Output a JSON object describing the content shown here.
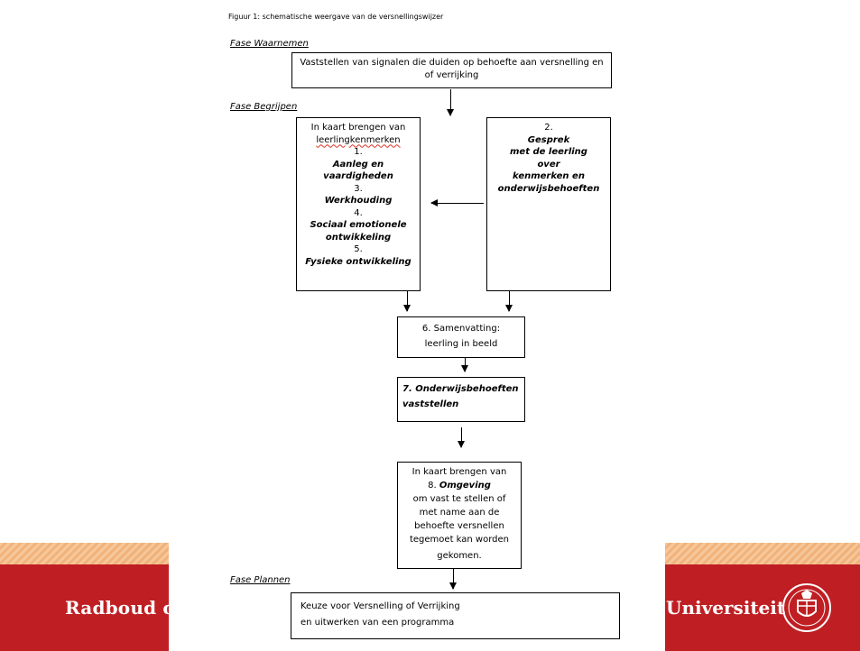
{
  "figure_caption": "Figuur 1: schematische weergave van de versnellingswijzer",
  "phases": {
    "waarnemen": "Fase Waarnemen",
    "begrijpen": "Fase Begrijpen",
    "plannen": "Fase Plannen"
  },
  "box_signals": {
    "line1": "Vaststellen van signalen die duiden op behoefte aan versnelling en",
    "line2": "of verrijking"
  },
  "box_kenmerken": {
    "l1": "In kaart brengen van",
    "l2": "leerlingkenmerken",
    "l3": "1.",
    "l4": "Aanleg en",
    "l5": "vaardigheden",
    "l6": "3.",
    "l7": "Werkhouding",
    "l8": "4.",
    "l9": "Sociaal emotionele",
    "l10": "ontwikkeling",
    "l11": "5.",
    "l12": "Fysieke ontwikkeling"
  },
  "box_gesprek": {
    "l1": "2.",
    "l2": "Gesprek",
    "l3": "met de leerling",
    "l4": "over",
    "l5": "kenmerken en",
    "l6": "onderwijsbehoeften"
  },
  "box_samenvatting": {
    "l1": "6. Samenvatting:",
    "l2": "leerling in beeld"
  },
  "box_onderwijs": {
    "l1": "7. Onderwijsbehoeften",
    "l2": "vaststellen"
  },
  "box_omgeving": {
    "l1": "In kaart brengen van",
    "l2a": "8. ",
    "l2b": "Omgeving",
    "l3": "om vast te stellen of",
    "l4": "met name aan de",
    "l5": "behoefte versnellen",
    "l6": "tegemoet kan worden",
    "l7": "gekomen."
  },
  "box_keuze": {
    "l1": "Keuze voor Versnelling of Verrijking",
    "l2": "en uitwerken van een programma"
  },
  "branding": {
    "left": "Radboud c",
    "right": "Universiteit"
  },
  "colors": {
    "brand_red": "#bf1f23",
    "brand_orange": "#f1b27a"
  },
  "icons": [
    "university-seal-icon",
    "arrow-down-icon",
    "arrow-left-icon",
    "text-cursor-icon"
  ]
}
